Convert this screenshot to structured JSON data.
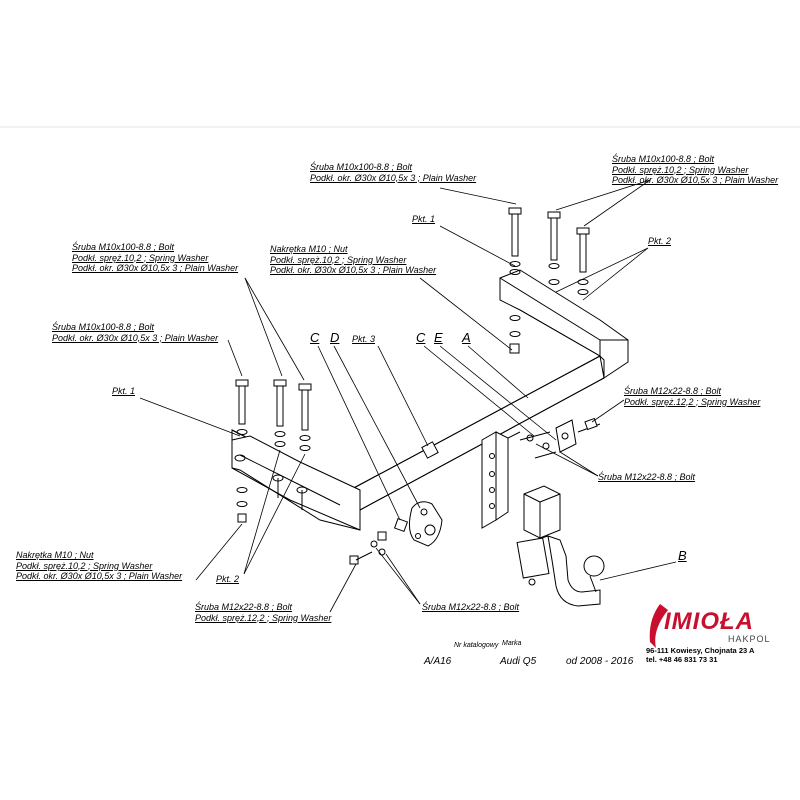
{
  "callouts": {
    "top_center": [
      "Śruba M10x100-8.8 ;  Bolt",
      "Podkł. okr.  Ø30x Ø10,5x 3 ; Plain Washer"
    ],
    "top_right": [
      "Śruba M10x100-8.8 ;  Bolt",
      "Podkł. spręż.10,2 ; Spring Washer",
      "Podkł. okr.  Ø30x Ø10,5x 3 ; Plain Washer"
    ],
    "left_mid": [
      "Śruba M10x100-8.8 ;  Bolt",
      "Podkł. spręż.10,2 ; Spring Washer",
      "Podkł. okr.  Ø30x Ø10,5x 3 ; Plain Washer"
    ],
    "nut_center": [
      "Nakrętka  M10 ; Nut",
      "Podkł. spręż.10,2 ; Spring Washer",
      "Podkł. okr.  Ø30x Ø10,5x 3 ; Plain Washer"
    ],
    "left_bolt2": [
      "Śruba M10x100-8.8 ;  Bolt",
      "Podkł. okr.  Ø30x Ø10,5x 3 ; Plain Washer"
    ],
    "right_m12": [
      "Śruba M12x22-8.8 ;  Bolt",
      "Podkł. spręż.12,2 ; Spring Washer"
    ],
    "right_m12_bolt": [
      "Śruba M12x22-8.8 ;  Bolt"
    ],
    "nut_left_bottom": [
      "Nakrętka  M10 ; Nut",
      "Podkł. spręż.10,2 ; Spring Washer",
      "Podkł. okr.  Ø30x Ø10,5x 3 ; Plain Washer"
    ],
    "bottom_m12": [
      "Śruba M12x22-8.8 ;  Bolt",
      "Podkł. spręż.12,2 ; Spring Washer"
    ],
    "bottom_center_bolt": [
      "Śruba M12x22-8.8 ;  Bolt"
    ]
  },
  "letters": {
    "c1": "C",
    "d": "D",
    "c2": "C",
    "e": "E",
    "a": "A",
    "b": "B"
  },
  "points": {
    "pkt1_top": "Pkt. 1",
    "pkt2_top": "Pkt. 2",
    "pkt3": "Pkt. 3",
    "pkt1_left": "Pkt. 1",
    "pkt2_left": "Pkt. 2"
  },
  "info": {
    "catalog_label": "Nr katalogowy",
    "catalog_value": "A/A16",
    "brand_label": "Marka",
    "brand_value": "Audi Q5",
    "years": "od  2008 - 2016"
  },
  "logo": {
    "name": "IMIOŁA",
    "sub": "HAKPOL",
    "address": "96-111 Kowiesy, Chojnata 23 A",
    "phone": "tel. +48 46 831 73 31",
    "color": "#c8102e"
  }
}
